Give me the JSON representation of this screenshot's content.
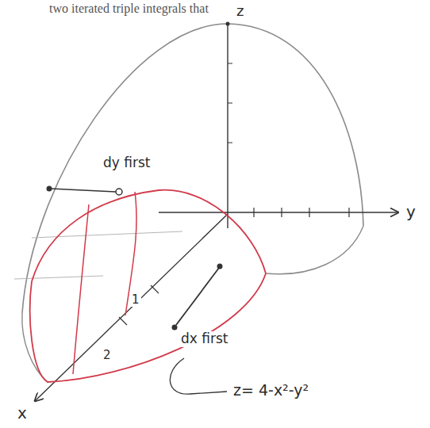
{
  "diagram": {
    "labels": [
      "two iterated triple integrals that",
      "z",
      "y",
      "x",
      "dy first",
      "dx first",
      "1",
      "2",
      "z= 4-x²-y²"
    ]
  }
}
